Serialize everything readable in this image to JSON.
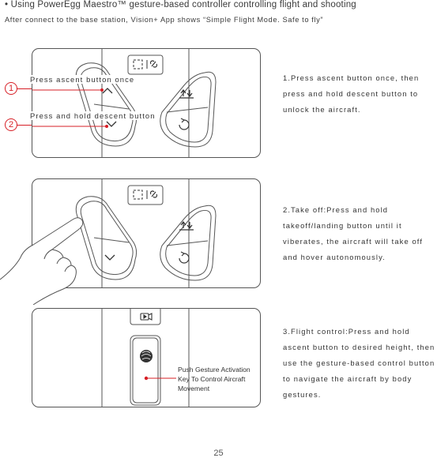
{
  "section": {
    "bullet": "•",
    "heading": "Using PowerEgg Maestro™ gesture-based controller controlling flight and shooting",
    "intro": "After connect to the base station, Vision+ App shows “Simple Flight Mode. Safe to fly”"
  },
  "steps": [
    {
      "description": "1.Press ascent button once, then press and hold descent button to unlock the aircraft.",
      "callouts": [
        {
          "marker": "1",
          "text": "Press ascent button once"
        },
        {
          "marker": "2",
          "text": "Press and hold descent button"
        }
      ]
    },
    {
      "description": "2.Take off:Press and hold takeoff/landing button until it viberates, the aircraft will take off and hover autonomously."
    },
    {
      "description": "3.Flight control:Press and hold ascent button to desired height, then use the gesture-based control button to navigate the aircraft by body gestures.",
      "callout_lines": [
        "Push Gesture Activation",
        "Key To Control Aircraft",
        "Movement"
      ]
    }
  ],
  "page_number": "25",
  "colors": {
    "accent_red": "#d71f26",
    "line": "#555555"
  },
  "icons": [
    "mode-switch-icon",
    "ascent-arrow-icon",
    "descent-arrow-icon",
    "takeoff-landing-icon",
    "return-home-icon",
    "record-icon",
    "fingerprint-gesture-icon",
    "pointing-hand-icon"
  ]
}
